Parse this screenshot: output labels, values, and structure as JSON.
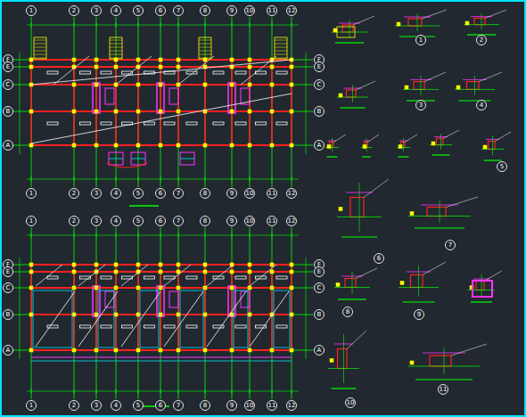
{
  "diagram": {
    "labels": [
      "1",
      "2",
      "3",
      "4",
      "5",
      "6",
      "7",
      "8",
      "9",
      "10",
      "11",
      "12",
      "1",
      "2",
      "3",
      "4",
      "5",
      "6",
      "7",
      "8",
      "9",
      "10",
      "11",
      "12",
      "F",
      "E",
      "C",
      "B",
      "A",
      "F",
      "E",
      "C",
      "B",
      "A",
      "1",
      "2",
      "3",
      "4",
      "5",
      "6",
      "7",
      "8",
      "9",
      "10",
      "11",
      "12",
      "1",
      "2",
      "3",
      "4",
      "5",
      "6",
      "7",
      "8",
      "9",
      "10",
      "11",
      "12",
      "F",
      "E",
      "C",
      "B",
      "A",
      "F",
      "E",
      "C",
      "B",
      "A",
      "1",
      "2",
      "3",
      "4",
      "5",
      "6",
      "7",
      "8",
      "9",
      "10",
      "11"
    ]
  }
}
